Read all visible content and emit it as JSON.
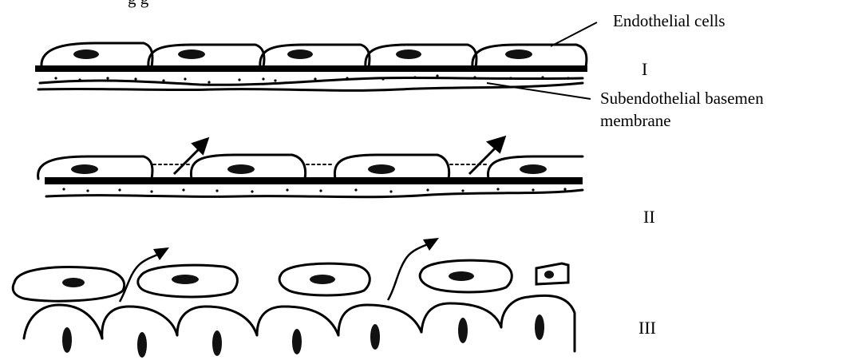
{
  "top_fragment": "g              g",
  "labels": {
    "endothelial_cells": "Endothelial cells",
    "subendothelial_line1": "Subendothelial basemen",
    "subendothelial_line2": "membrane",
    "stage_1": "I",
    "stage_2": "II",
    "stage_3": "III"
  },
  "colors": {
    "ink": "#000000",
    "background": "#ffffff",
    "nucleus": "#111111"
  }
}
